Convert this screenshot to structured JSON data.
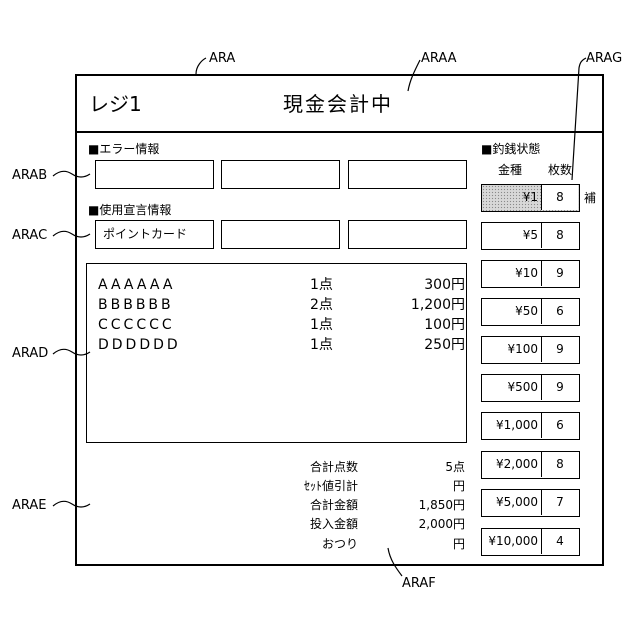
{
  "refs": {
    "ara": "ARA",
    "araa": "ARAA",
    "arag": "ARAG",
    "arab": "ARAB",
    "arac": "ARAC",
    "arad": "ARAD",
    "arae": "ARAE",
    "araf": "ARAF"
  },
  "header": {
    "register": "レジ1",
    "status": "現金会計中"
  },
  "error_info": {
    "label": "■エラー情報",
    "boxes": [
      "",
      "",
      ""
    ]
  },
  "usage_info": {
    "label": "■使用宣言情報",
    "boxes": [
      "ポイントカード",
      "",
      ""
    ]
  },
  "items": [
    {
      "name": "AAAAAA",
      "qty": "1点",
      "price": "300円"
    },
    {
      "name": "BBBBBB",
      "qty": "2点",
      "price": "1,200円"
    },
    {
      "name": "CCCCCC",
      "qty": "1点",
      "price": "100円"
    },
    {
      "name": "DDDDDD",
      "qty": "1点",
      "price": "250円"
    }
  ],
  "totals": [
    {
      "label": "合計点数",
      "value": "5点"
    },
    {
      "label": "ｾｯﾄ値引計",
      "value": "円"
    },
    {
      "label": "合計金額",
      "value": "1,850円"
    },
    {
      "label": "投入金額",
      "value": "2,000円"
    },
    {
      "label": "おつり",
      "value": "円"
    }
  ],
  "change_status": {
    "label": "■釣銭状態",
    "col_denomination": "金種",
    "col_count": "枚数",
    "supplement": "補",
    "highlight_color": "#d8d8d8",
    "rows": [
      {
        "denomination": "¥1",
        "count": "8",
        "highlight": true
      },
      {
        "denomination": "¥5",
        "count": "8",
        "highlight": false
      },
      {
        "denomination": "¥10",
        "count": "9",
        "highlight": false
      },
      {
        "denomination": "¥50",
        "count": "6",
        "highlight": false
      },
      {
        "denomination": "¥100",
        "count": "9",
        "highlight": false
      },
      {
        "denomination": "¥500",
        "count": "9",
        "highlight": false
      },
      {
        "denomination": "¥1,000",
        "count": "6",
        "highlight": false
      },
      {
        "denomination": "¥2,000",
        "count": "8",
        "highlight": false
      },
      {
        "denomination": "¥5,000",
        "count": "7",
        "highlight": false
      },
      {
        "denomination": "¥10,000",
        "count": "4",
        "highlight": false
      }
    ]
  }
}
